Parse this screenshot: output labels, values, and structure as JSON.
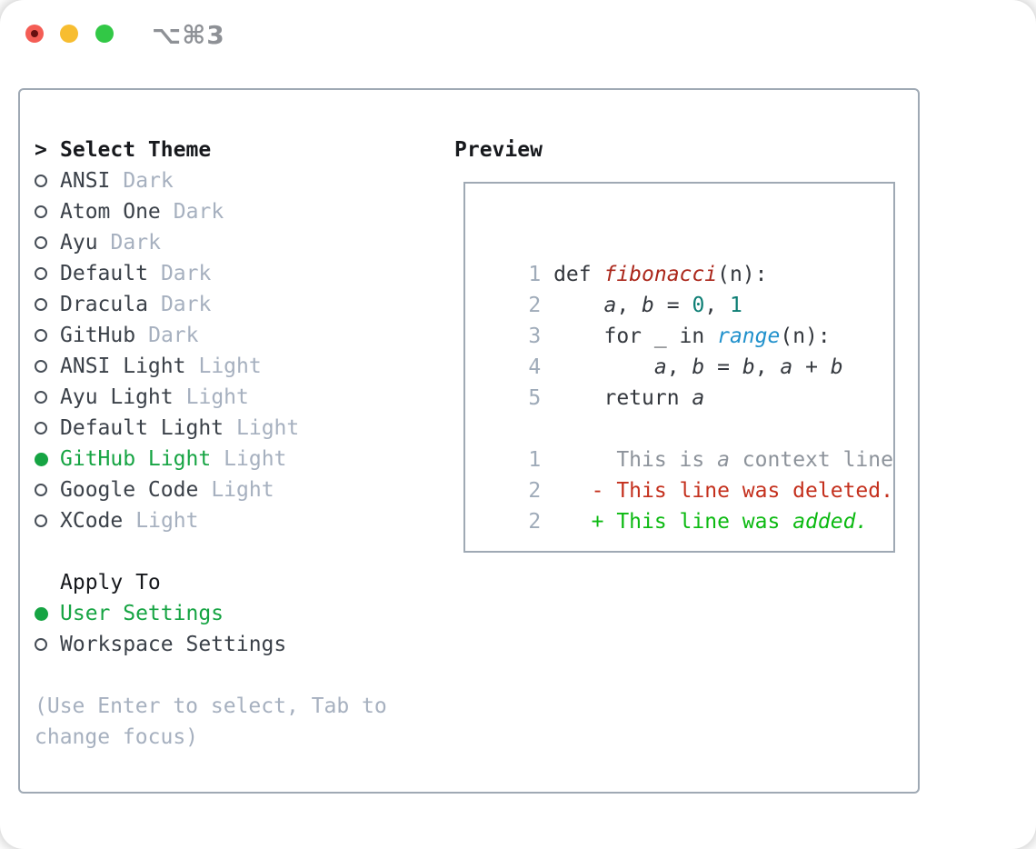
{
  "titlebar": {
    "title": "⌥⌘3"
  },
  "theme_list": {
    "cursor": ">",
    "title": "Select Theme",
    "items": [
      {
        "label": "ANSI",
        "variant": "Dark",
        "selected": false
      },
      {
        "label": "Atom One",
        "variant": "Dark",
        "selected": false
      },
      {
        "label": "Ayu",
        "variant": "Dark",
        "selected": false
      },
      {
        "label": "Default",
        "variant": "Dark",
        "selected": false
      },
      {
        "label": "Dracula",
        "variant": "Dark",
        "selected": false
      },
      {
        "label": "GitHub",
        "variant": "Dark",
        "selected": false
      },
      {
        "label": "ANSI Light",
        "variant": "Light",
        "selected": false
      },
      {
        "label": "Ayu Light",
        "variant": "Light",
        "selected": false
      },
      {
        "label": "Default Light",
        "variant": "Light",
        "selected": false
      },
      {
        "label": "GitHub Light",
        "variant": "Light",
        "selected": true
      },
      {
        "label": "Google Code",
        "variant": "Light",
        "selected": false
      },
      {
        "label": "XCode",
        "variant": "Light",
        "selected": false
      }
    ]
  },
  "apply_to": {
    "title": "Apply To",
    "items": [
      {
        "label": "User Settings",
        "selected": true
      },
      {
        "label": "Workspace Settings",
        "selected": false
      }
    ]
  },
  "help_text": "(Use Enter to select, Tab to change focus)",
  "preview": {
    "title": "Preview",
    "lines": [
      {
        "n": "1",
        "tokens": [
          {
            "t": "def ",
            "c": "plain"
          },
          {
            "t": "fibonacci",
            "c": "func"
          },
          {
            "t": "(n):",
            "c": "plain"
          }
        ]
      },
      {
        "n": "2",
        "tokens": [
          {
            "t": "    ",
            "c": "plain"
          },
          {
            "t": "a",
            "c": "var"
          },
          {
            "t": ", ",
            "c": "plain"
          },
          {
            "t": "b",
            "c": "var"
          },
          {
            "t": " = ",
            "c": "plain"
          },
          {
            "t": "0",
            "c": "num"
          },
          {
            "t": ", ",
            "c": "plain"
          },
          {
            "t": "1",
            "c": "num"
          }
        ]
      },
      {
        "n": "3",
        "tokens": [
          {
            "t": "    for _ in ",
            "c": "plain"
          },
          {
            "t": "range",
            "c": "call"
          },
          {
            "t": "(n):",
            "c": "plain"
          }
        ]
      },
      {
        "n": "4",
        "tokens": [
          {
            "t": "        ",
            "c": "plain"
          },
          {
            "t": "a",
            "c": "var"
          },
          {
            "t": ", ",
            "c": "plain"
          },
          {
            "t": "b",
            "c": "var"
          },
          {
            "t": " = ",
            "c": "plain"
          },
          {
            "t": "b",
            "c": "var"
          },
          {
            "t": ", ",
            "c": "plain"
          },
          {
            "t": "a",
            "c": "var"
          },
          {
            "t": " + ",
            "c": "plain"
          },
          {
            "t": "b",
            "c": "var"
          }
        ]
      },
      {
        "n": "5",
        "tokens": [
          {
            "t": "    return ",
            "c": "plain"
          },
          {
            "t": "a",
            "c": "var"
          }
        ]
      },
      {
        "n": "",
        "tokens": []
      },
      {
        "n": "1",
        "tokens": [
          {
            "t": "     This is ",
            "c": "ctx"
          },
          {
            "t": "a",
            "c": "ctx-i"
          },
          {
            "t": " context line.",
            "c": "ctx"
          }
        ]
      },
      {
        "n": "2",
        "tokens": [
          {
            "t": "   - This line was deleted.",
            "c": "del"
          }
        ]
      },
      {
        "n": "2",
        "tokens": [
          {
            "t": "   + This line was ",
            "c": "add"
          },
          {
            "t": "added.",
            "c": "add-i"
          }
        ]
      }
    ]
  },
  "colors": {
    "accent_green": "#16a443",
    "added_green": "#0cba12",
    "deleted_red": "#c4301d",
    "function_red": "#ab271b",
    "number_teal": "#0d7e74",
    "builtin_blue": "#2191cc",
    "context_gray": "#8d939b",
    "muted_gray": "#a6b0bf",
    "text_dark": "#3b4149",
    "heading_black": "#17191d",
    "code_dark": "#33373d",
    "line_number_gray": "#9fabb9",
    "border_gray": "#9fa9b4",
    "radio_gray": "#474e57",
    "traffic_red": "#f45d55",
    "traffic_red_dot": "#671010",
    "traffic_yellow": "#f7bd30",
    "traffic_green": "#32c846",
    "title_gray": "#8e9196"
  }
}
